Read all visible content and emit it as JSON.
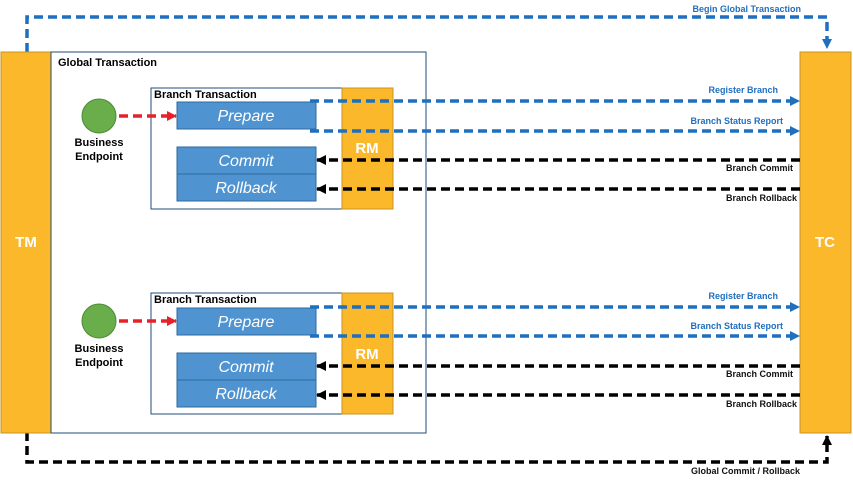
{
  "nodes": {
    "tm": "TM",
    "tc": "TC",
    "global_transaction": "Global Transaction"
  },
  "flows": {
    "begin_global": "Begin Global Transaction",
    "global_commit_rollback": "Global Commit / Rollback"
  },
  "branches": [
    {
      "title": "Branch Transaction",
      "rm": "RM",
      "endpoint_line1": "Business",
      "endpoint_line2": "Endpoint",
      "prepare": "Prepare",
      "commit": "Commit",
      "rollback": "Rollback",
      "register": "Register Branch",
      "status_report": "Branch Status Report",
      "branch_commit": "Branch Commit",
      "branch_rollback": "Branch Rollback"
    },
    {
      "title": "Branch Transaction",
      "rm": "RM",
      "endpoint_line1": "Business",
      "endpoint_line2": "Endpoint",
      "prepare": "Prepare",
      "commit": "Commit",
      "rollback": "Rollback",
      "register": "Register Branch",
      "status_report": "Branch Status Report",
      "branch_commit": "Branch Commit",
      "branch_rollback": "Branch Rollback"
    }
  ],
  "colors": {
    "orange": "#FBB82B",
    "blue_box": "#4F94D1",
    "blue_flow": "#1F6FBF",
    "black_flow": "#000000",
    "red_flow": "#E8202A",
    "green_endpoint": "#6AAE4C"
  }
}
